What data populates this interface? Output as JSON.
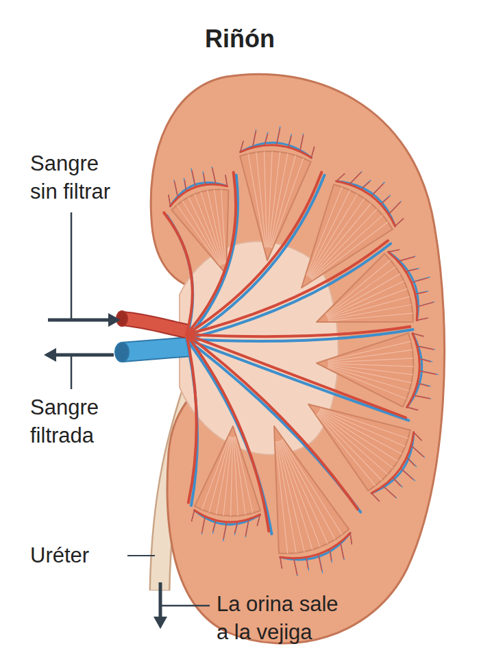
{
  "diagram": {
    "title": "Riñón",
    "labels": [
      "Sangre sin filtrar",
      "Sangre filtrada",
      "Uréter",
      "La orina sale a la vejiga"
    ]
  }
}
